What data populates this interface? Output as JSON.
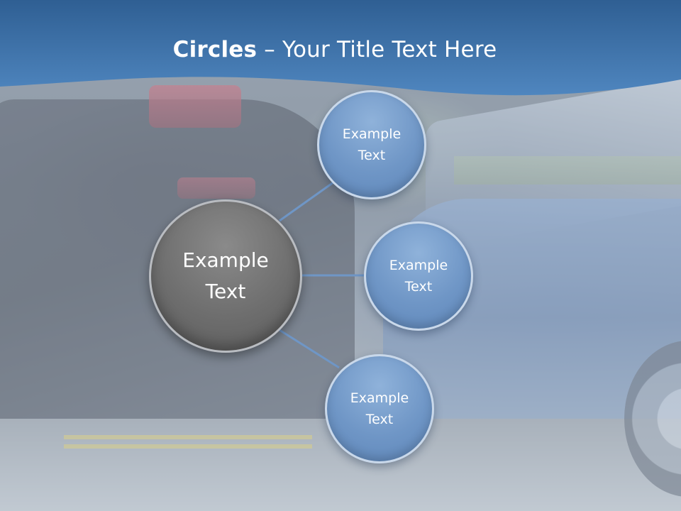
{
  "slide": {
    "title_bold": "Circles",
    "title_rest": " – Your Title Text Here"
  },
  "diagram": {
    "center_label": "Example Text",
    "nodes": [
      {
        "label": "Example Text"
      },
      {
        "label": "Example Text"
      },
      {
        "label": "Example Text"
      }
    ]
  },
  "colors": {
    "header_blue": "#3e6fa4",
    "node_blue": "#6f96c6",
    "center_gray": "#6e6e6e",
    "connector": "#6f96c6"
  }
}
